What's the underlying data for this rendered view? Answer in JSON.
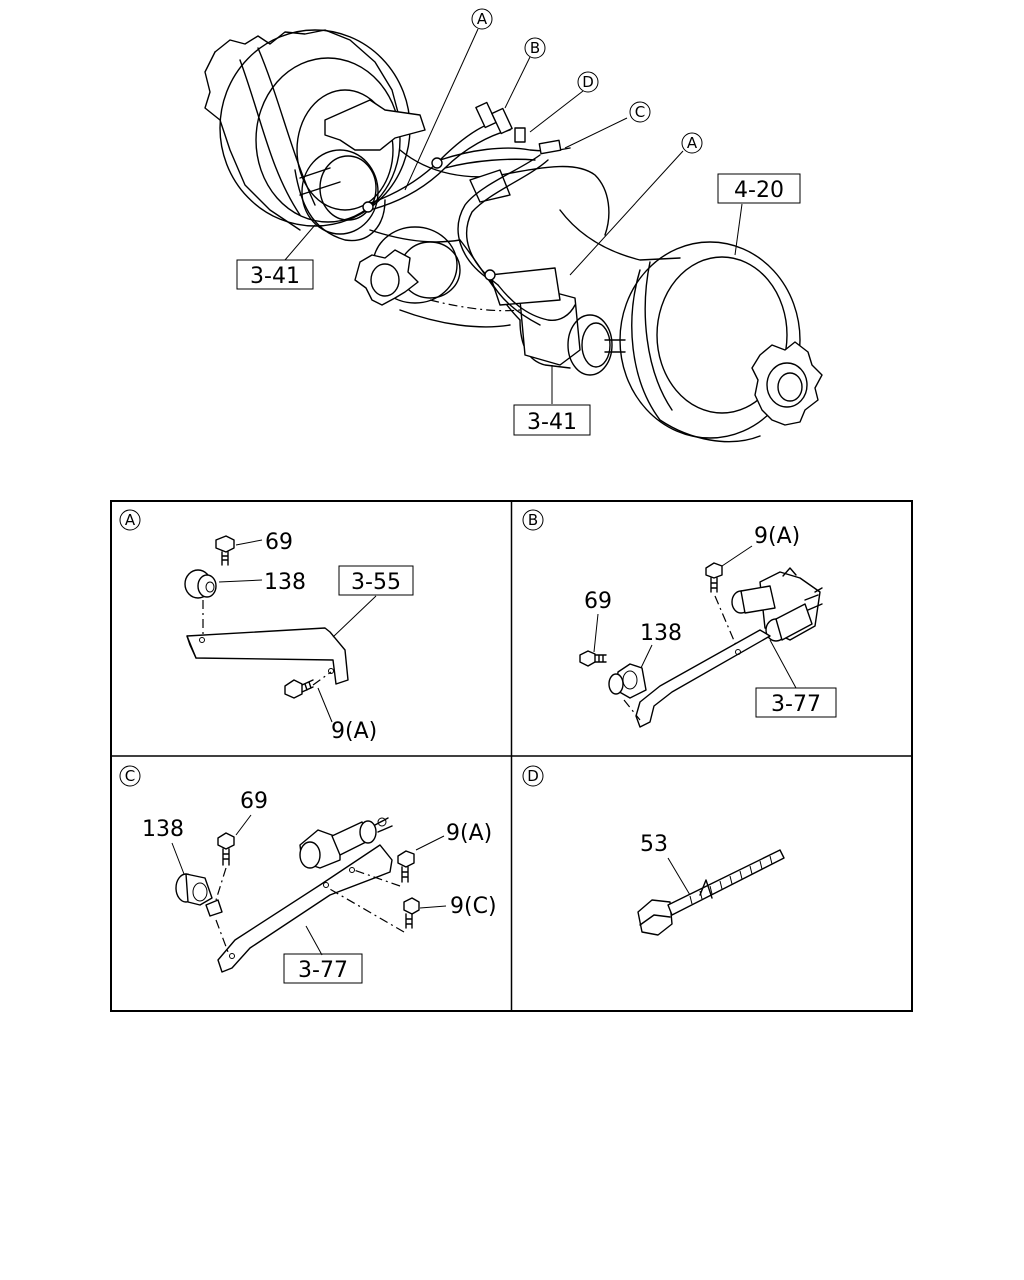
{
  "main_diagram": {
    "callouts": {
      "a1": "A",
      "b": "B",
      "d": "D",
      "c": "C",
      "a2": "A"
    },
    "refs": {
      "upper_left": "3-41",
      "lower_center": "3-41",
      "right": "4-20"
    }
  },
  "panels": {
    "a": {
      "tag": "A",
      "labels": {
        "bolt_top": "69",
        "grommet": "138",
        "bolt_bottom": "9(A)"
      },
      "ref": "3-55"
    },
    "b": {
      "tag": "B",
      "labels": {
        "bolt_top": "9(A)",
        "bolt_left": "69",
        "grommet": "138"
      },
      "ref": "3-77"
    },
    "c": {
      "tag": "C",
      "labels": {
        "grommet": "138",
        "bolt_top": "69",
        "bolt_right_top": "9(A)",
        "bolt_right_bottom": "9(C)"
      },
      "ref": "3-77"
    },
    "d": {
      "tag": "D",
      "labels": {
        "tie": "53"
      }
    }
  }
}
